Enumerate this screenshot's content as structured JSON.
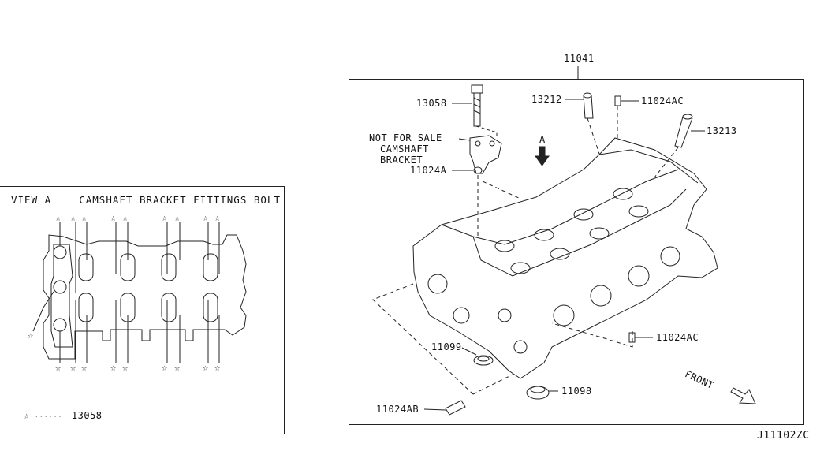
{
  "view_a": {
    "title": "VIEW A",
    "subtitle": "CAMSHAFT BRACKET FITTINGS BOLT",
    "legend_symbol": "☆",
    "legend_dots": "·······",
    "legend_part": "13058",
    "star": "☆"
  },
  "main": {
    "assembly_part": "11041",
    "view_marker": "A",
    "labels": {
      "p13058": "13058",
      "p13212": "13212",
      "p11024AC_top": "11024AC",
      "p13213": "13213",
      "nfs_1": "NOT FOR SALE",
      "nfs_2": "CAMSHAFT",
      "nfs_3": "BRACKET",
      "p11024A": "11024A",
      "p11099": "11099",
      "p11024AC_right": "11024AC",
      "p11098": "11098",
      "p11024AB": "11024AB",
      "front": "FRONT"
    }
  },
  "diagram_code": "J11102ZC"
}
